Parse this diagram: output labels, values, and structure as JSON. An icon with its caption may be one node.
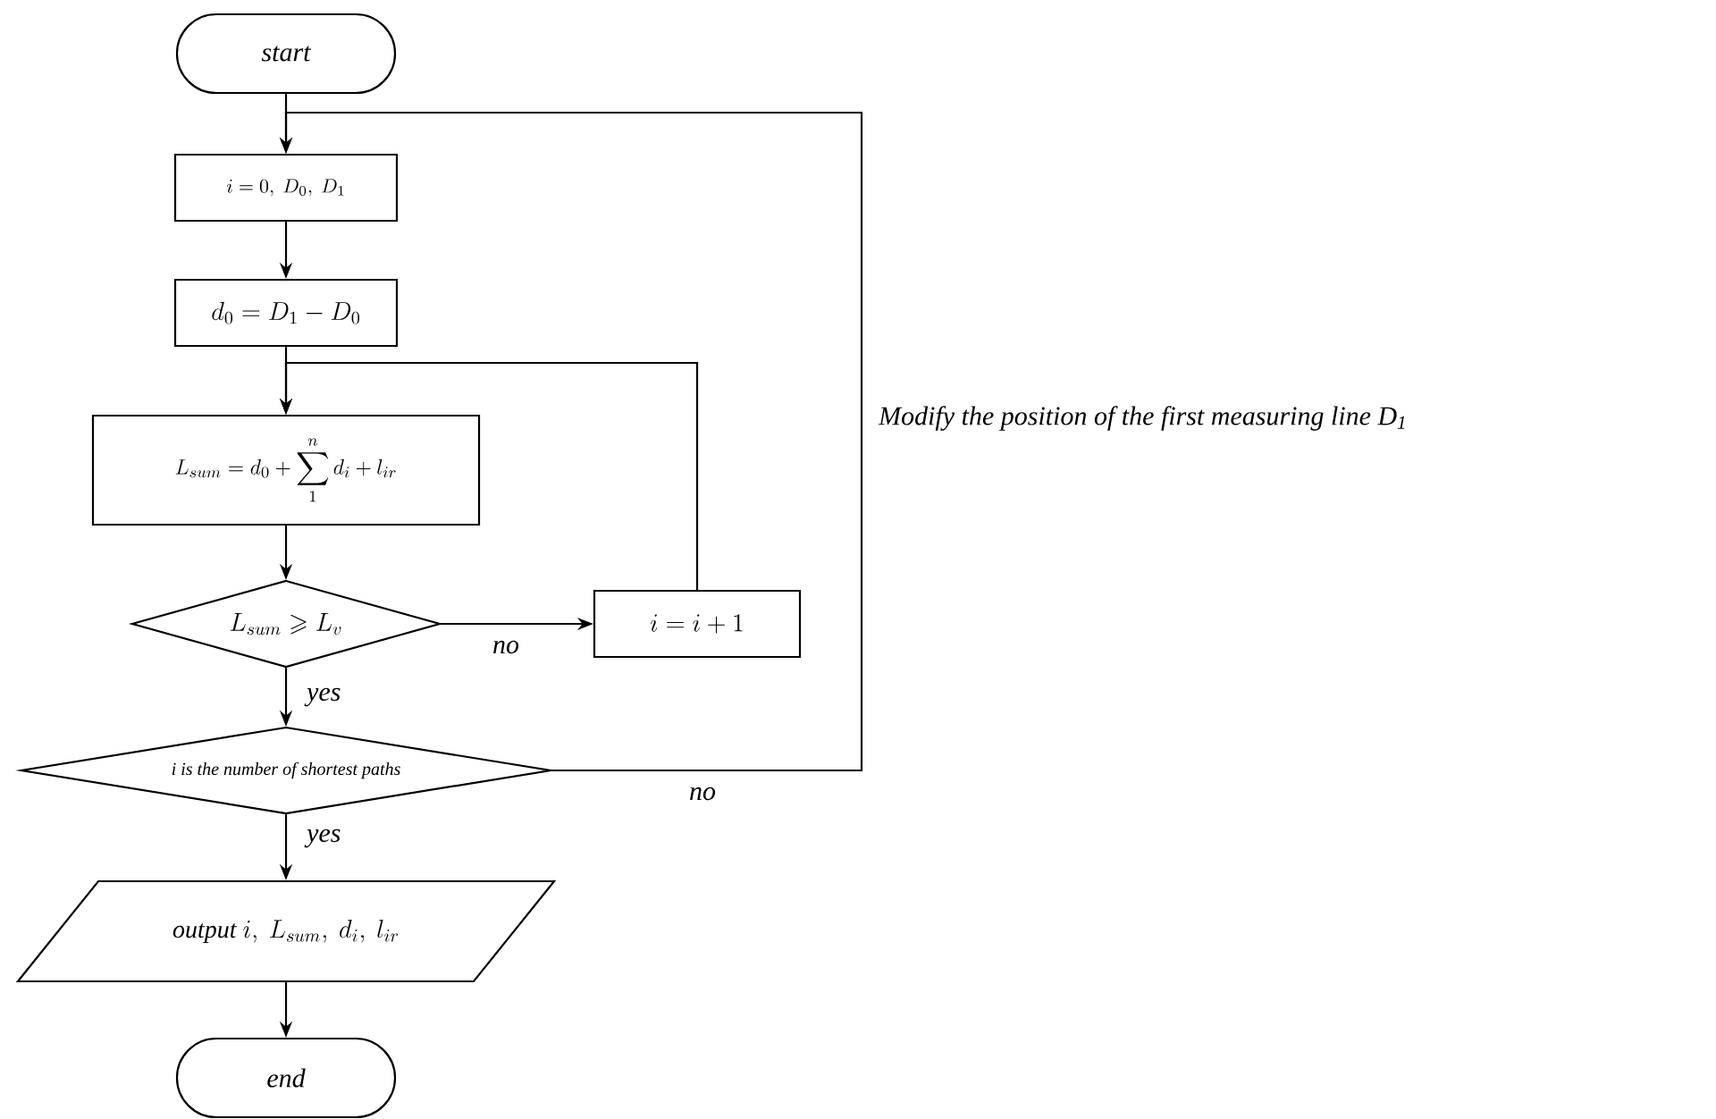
{
  "diagram": {
    "nodes": [
      {
        "text": [
          "start"
        ]
      },
      {
        "text": [
          "i=0,\\ D_0,\\ D_1"
        ]
      },
      {
        "text": [
          "d_0=D_1-D_0"
        ]
      },
      {
        "text": [
          "L_{sum}=d_0+\\sum_{1}^{n}d_i+l_{ir}"
        ]
      },
      {
        "text": [
          "L_{sum}\\geqslant L_v"
        ]
      },
      {
        "text": [
          "i=i+1"
        ]
      },
      {
        "text": [
          "i is the number of shortest paths"
        ]
      },
      {
        "text": [
          "\\mathit{output}\\ i,\\ L_{sum},\\ d_i,\\ l_{ir}"
        ]
      },
      {
        "text": [
          "end"
        ]
      }
    ],
    "edges": [
      {
        "from": 0,
        "to": 1,
        "arrow": "to"
      },
      {
        "from": 1,
        "to": 2,
        "arrow": "to"
      },
      {
        "from": 2,
        "to": 3,
        "arrow": "to"
      },
      {
        "from": 3,
        "to": 4,
        "arrow": "to"
      },
      {
        "from": 4,
        "to": 5,
        "arrow": "to",
        "label": "no"
      },
      {
        "from": 4,
        "to": 6,
        "arrow": "to",
        "label": "yes"
      },
      {
        "from": 5,
        "to": 3,
        "arrow": "to"
      },
      {
        "from": 6,
        "to": 7,
        "arrow": "to",
        "label": "yes"
      },
      {
        "from": 6,
        "to": 1,
        "arrow": "to",
        "label": "no"
      },
      {
        "from": 7,
        "to": 8,
        "arrow": "to"
      }
    ],
    "labels": [
      "Modify the position of the first measuring line D$_{1}$"
    ]
  }
}
